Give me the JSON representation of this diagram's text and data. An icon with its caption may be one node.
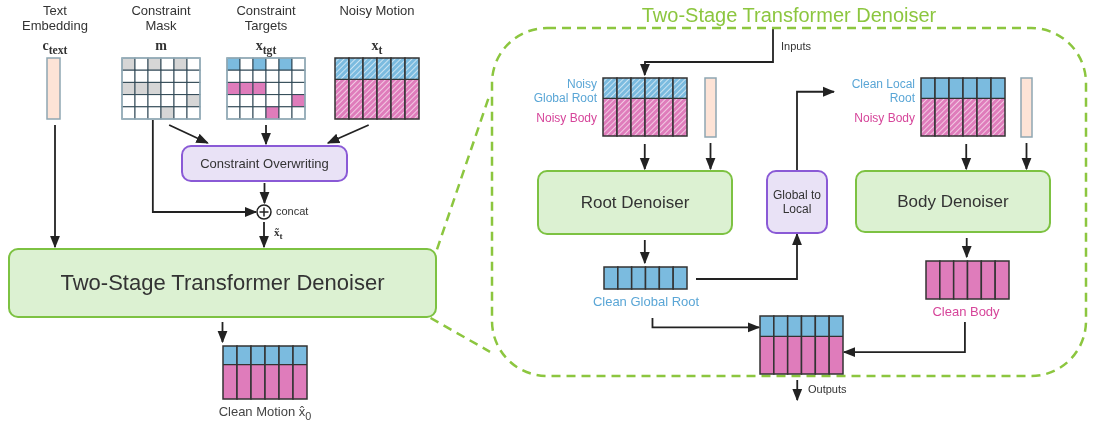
{
  "diagram": {
    "nodes": [
      {
        "text": [
          "Text Embedding",
          "c$_{text}$"
        ]
      },
      {
        "text": [
          "Constraint Mask",
          "m"
        ]
      },
      {
        "text": [
          "Constraint Targets",
          "x$_{tgt}$"
        ]
      },
      {
        "text": [
          "Noisy Motion",
          "x$_{t}$"
        ]
      },
      {
        "text": [
          "Constraint Overwriting"
        ]
      },
      {
        "text": [],
        "shape": "circle",
        "beside": [
          "concat"
        ]
      },
      {
        "text": [
          "Two-Stage Transformer Denoiser"
        ]
      },
      {
        "text": [
          "Clean Motion x̂$_{0}$"
        ]
      },
      {
        "text": [
          "Two-Stage Transformer Denoiser"
        ]
      },
      {
        "text": [
          "Noisy Global Root",
          "Noisy Body"
        ],
        "in": 8
      },
      {
        "text": [],
        "shape": "bar",
        "in": 8
      },
      {
        "text": [
          "Root Denoiser"
        ],
        "in": 8
      },
      {
        "text": [
          "Global to Local"
        ],
        "in": 8
      },
      {
        "text": [
          "Clean Local Root",
          "Noisy Body"
        ],
        "in": 8
      },
      {
        "text": [],
        "shape": "bar",
        "in": 8
      },
      {
        "text": [
          "Body Denoiser"
        ],
        "in": 8
      },
      {
        "text": [
          "Clean Global Root"
        ],
        "in": 8
      },
      {
        "text": [
          "Clean Body"
        ],
        "in": 8
      },
      {
        "text": [],
        "shape": "box",
        "in": 8
      }
    ],
    "edges": [
      {
        "from": 1,
        "to": 4,
        "arrow": "to"
      },
      {
        "from": 2,
        "to": 4,
        "arrow": "to"
      },
      {
        "from": 3,
        "to": 4,
        "arrow": "to"
      },
      {
        "from": 1,
        "to": 5,
        "arrow": "to"
      },
      {
        "from": 4,
        "to": 5,
        "arrow": "to"
      },
      {
        "from": 5,
        "to": 6,
        "arrow": "to",
        "label": "x̃$_{t}$"
      },
      {
        "from": 0,
        "to": 6,
        "arrow": "to"
      },
      {
        "from": 6,
        "to": 7,
        "arrow": "to"
      },
      {
        "from": 6,
        "to": 8,
        "arrow": "none",
        "style": "dashed",
        "color": "#8cc63f"
      },
      {
        "from": 6,
        "to": 8,
        "arrow": "none",
        "style": "dashed",
        "color": "#8cc63f"
      },
      {
        "from": null,
        "to": 9,
        "arrow": "to",
        "label": "Inputs"
      },
      {
        "from": 9,
        "to": 11,
        "arrow": "to"
      },
      {
        "from": 10,
        "to": 11,
        "arrow": "to"
      },
      {
        "from": 11,
        "to": 16,
        "arrow": "to"
      },
      {
        "from": 16,
        "to": 12,
        "arrow": "to"
      },
      {
        "from": 12,
        "to": 13,
        "arrow": "to"
      },
      {
        "from": 13,
        "to": 15,
        "arrow": "to"
      },
      {
        "from": 14,
        "to": 15,
        "arrow": "to"
      },
      {
        "from": 15,
        "to": 17,
        "arrow": "to"
      },
      {
        "from": 16,
        "to": 18,
        "arrow": "to"
      },
      {
        "from": 17,
        "to": 18,
        "arrow": "to"
      },
      {
        "from": 18,
        "to": null,
        "arrow": "to",
        "label": "Outputs"
      }
    ]
  }
}
